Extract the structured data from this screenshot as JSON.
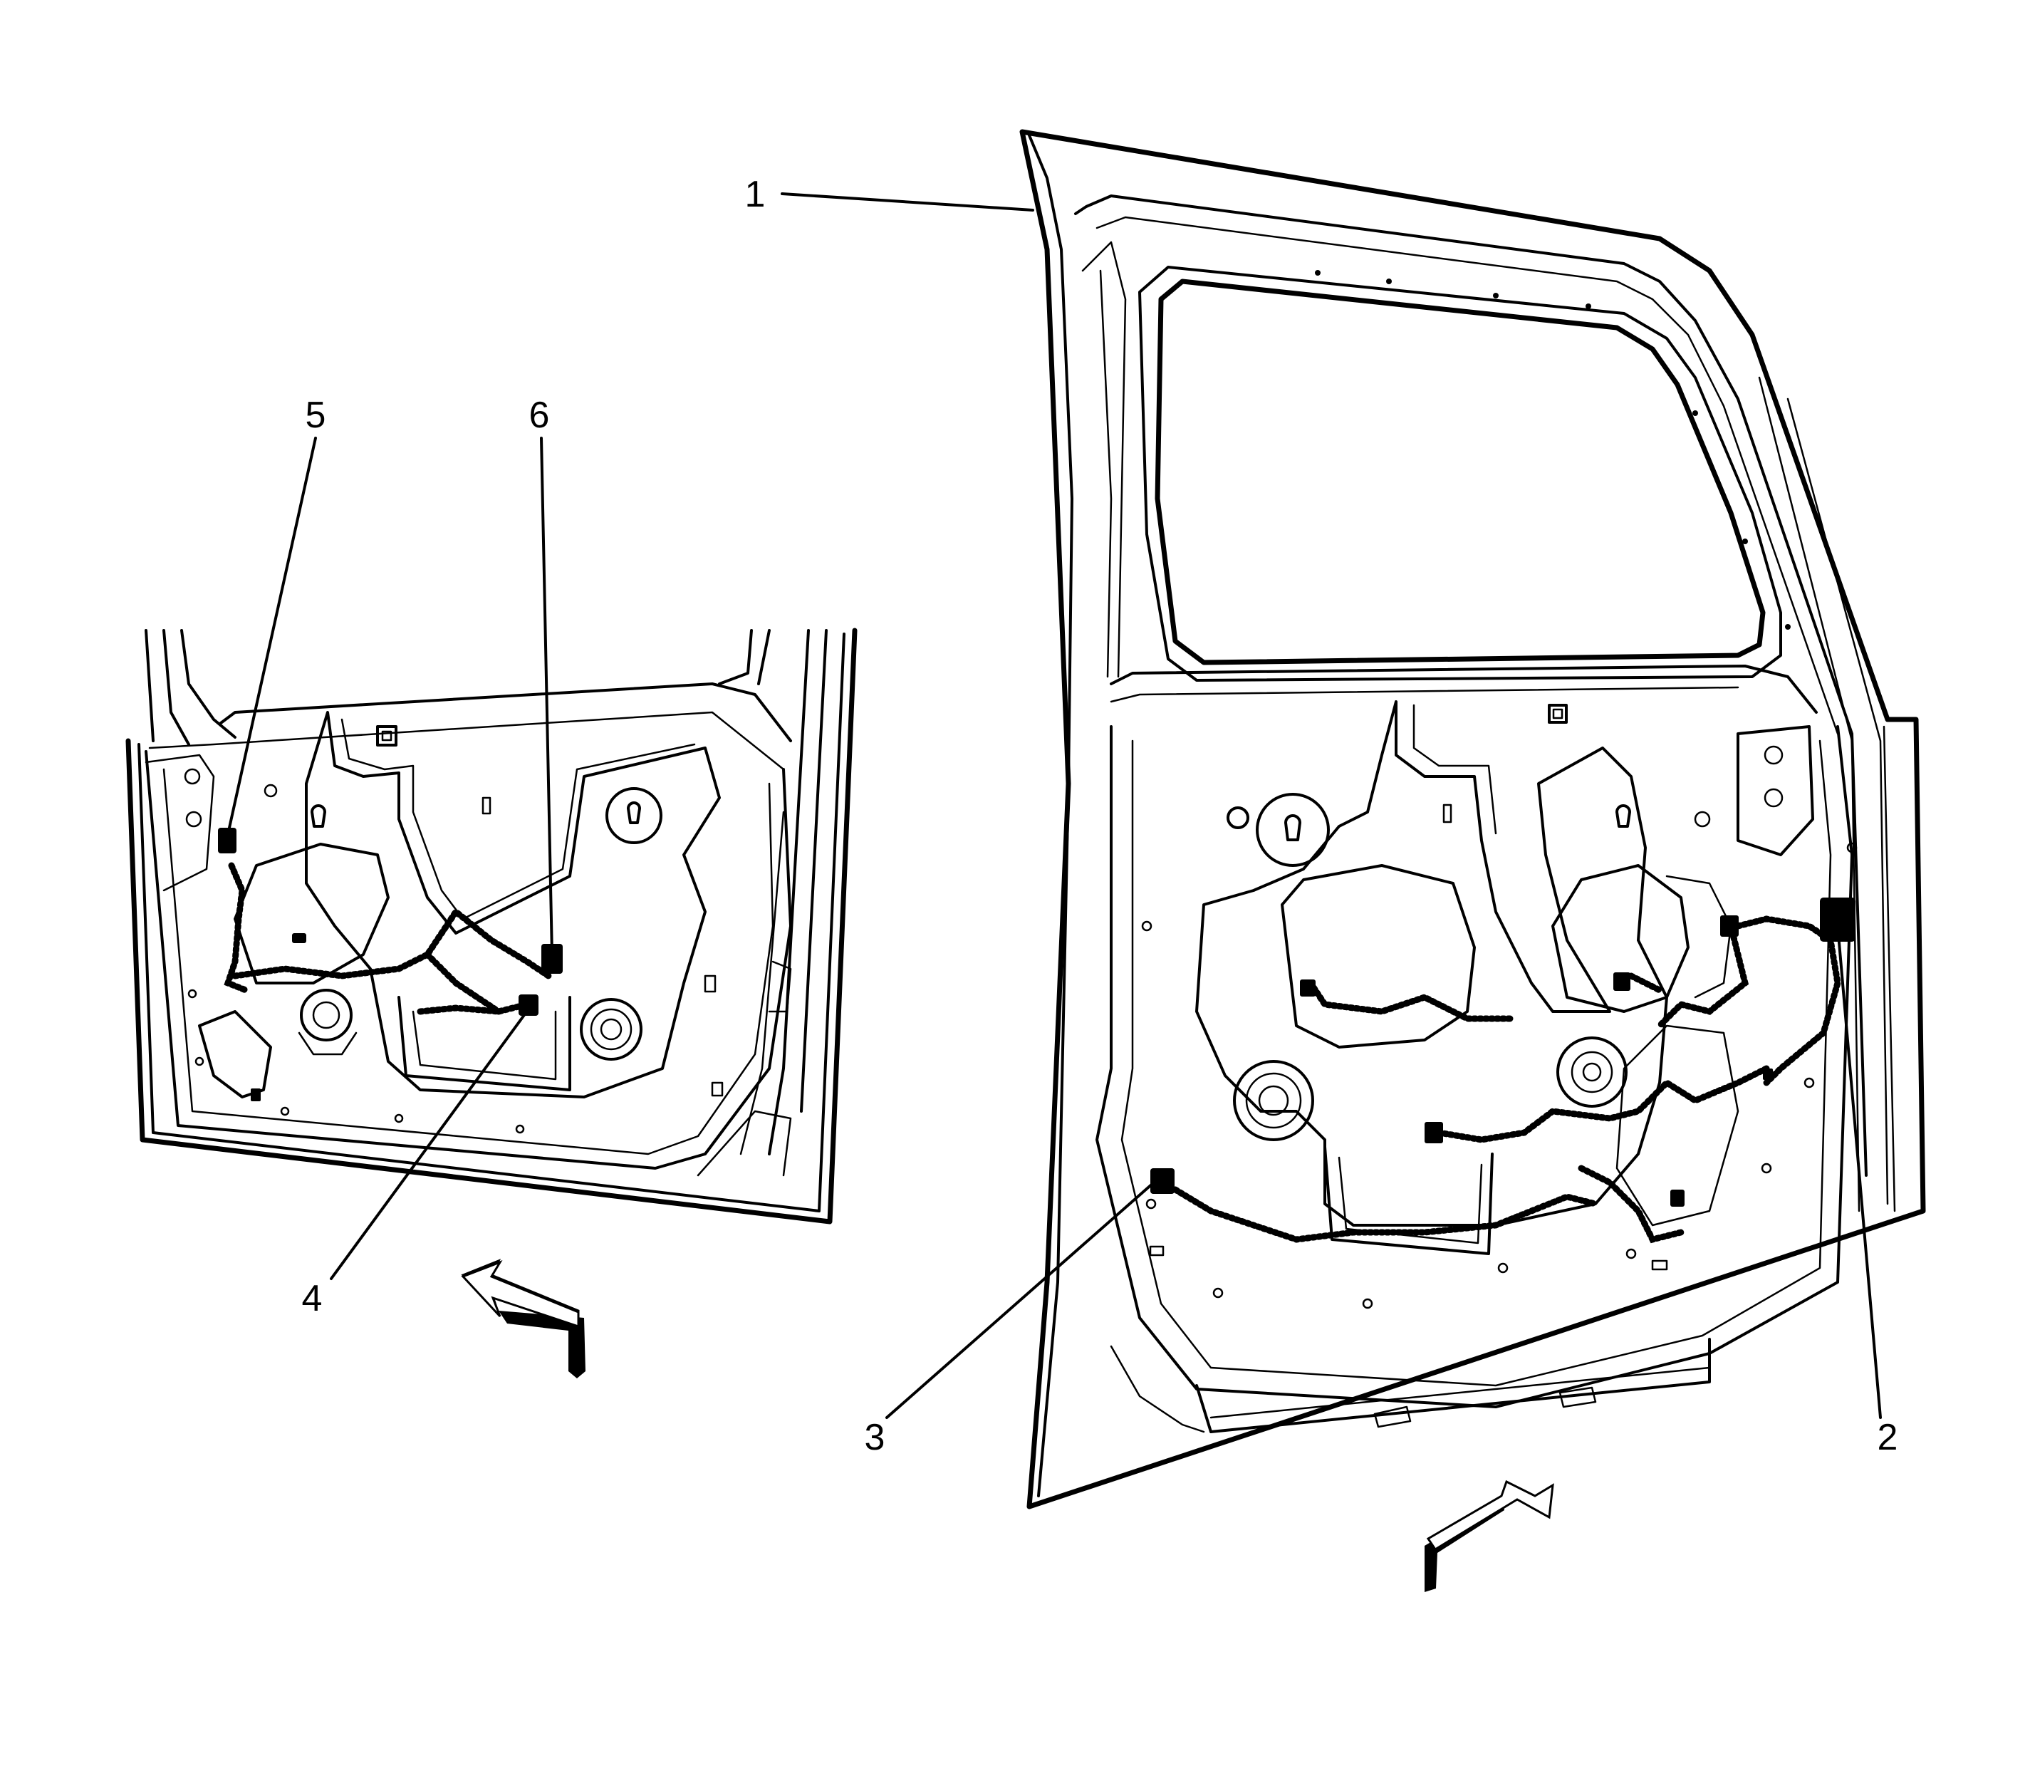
{
  "figure": {
    "callouts": [
      {
        "id": "callout-1",
        "label": "1"
      },
      {
        "id": "callout-2",
        "label": "2"
      },
      {
        "id": "callout-3",
        "label": "3"
      },
      {
        "id": "callout-4",
        "label": "4"
      },
      {
        "id": "callout-5",
        "label": "5"
      },
      {
        "id": "callout-6",
        "label": "6"
      }
    ],
    "line_color": "#000000",
    "background_color": "#ffffff"
  }
}
